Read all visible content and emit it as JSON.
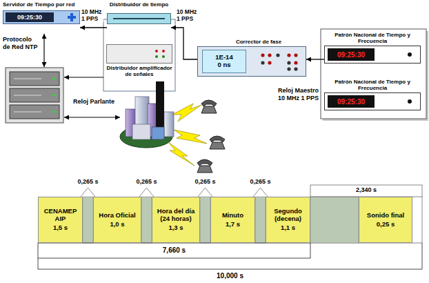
{
  "diagram": {
    "nodes": [
      {
        "text": [
          "Servidor de Tiempo por red",
          "09:25:30"
        ]
      },
      {
        "text": [
          "Distribuidor de tiempo"
        ]
      },
      {
        "text": [
          "Distribuidor amplificador de señales"
        ]
      },
      {
        "text": [
          "Corrector de fase",
          "1E-14",
          "0 ns"
        ]
      },
      {
        "text": [
          "Patrón Nacional de Tiempo y Frecuencia",
          "09:25:30"
        ]
      },
      {
        "text": [
          "Patrón Nacional de Tiempo y Frecuencia",
          "09:25:30"
        ]
      },
      {
        "text": [
          "CENAMEP AIP",
          "1,5 s"
        ]
      },
      {
        "text": [
          "Hora Oficial",
          "1,0 s"
        ]
      },
      {
        "text": [
          "Hora del día (24 horas)",
          "1,3 s"
        ]
      },
      {
        "text": [
          "Minuto",
          "1,7 s"
        ]
      },
      {
        "text": [
          "Segundo (decena)",
          "1,1 s"
        ]
      },
      {
        "text": [
          "Sonido final",
          "0,25 s"
        ]
      }
    ],
    "edges": [
      {
        "from": 4,
        "to": 3,
        "arrow": "to",
        "label": "Reloj Maestro 10 MHz 1 PPS"
      },
      {
        "from": 3,
        "to": 1,
        "arrow": "to",
        "label": "10 MHz 1 PPS"
      },
      {
        "from": 1,
        "to": 0,
        "arrow": "to",
        "label": "10 MHz 1 PPS"
      }
    ],
    "labels": [
      "Protocolo de Red NTP",
      "Reloj Parlante",
      "0,265 s",
      "0,265 s",
      "0,265 s",
      "0,265 s",
      "2,340 s",
      "7,660 s",
      "10,000 s"
    ]
  }
}
